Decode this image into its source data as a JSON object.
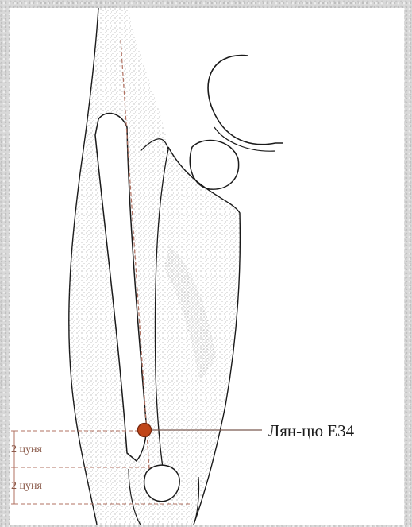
{
  "point": {
    "label": "Лян-цю E34"
  },
  "measurements": [
    {
      "label": "2 цуня"
    },
    {
      "label": "2 цуня"
    }
  ],
  "colors": {
    "point_fill": "#c0461a",
    "guide_line": "#b07060",
    "outline": "#1a1a1a",
    "label_text": "#1a1a1a",
    "measure_text": "#8a5a4a"
  }
}
